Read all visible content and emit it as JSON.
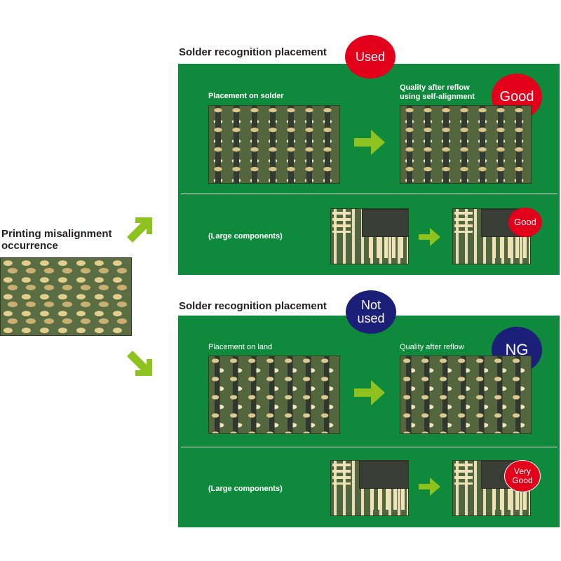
{
  "left": {
    "title": "Printing misalignment occurrence"
  },
  "sections": [
    {
      "title": "Solder recognition placement",
      "badge": "Used",
      "badge_color": "#e3001b",
      "left_label": "Placement on solder",
      "right_label": "Quality after reflow using self-alignment",
      "result_badge": "Good",
      "result_color": "#e3001b",
      "large_label": "(Large components)",
      "large_result": "Good",
      "large_result_color": "#e3001b"
    },
    {
      "title": "Solder recognition placement",
      "badge": "Not used",
      "badge_color": "#1b1f77",
      "left_label": "Placement on land",
      "right_label": "Quality after reflow",
      "result_badge": "NG",
      "result_color": "#1b1f77",
      "large_label": "(Large components)",
      "large_result": "Very Good",
      "large_result_color": "#e3001b"
    }
  ],
  "colors": {
    "panel_green": "#0f8a3c",
    "arrow_green": "#8dc21f"
  },
  "icons": {
    "flow_arrow": "right-arrow-icon",
    "branch_up": "arrow-up-right-icon",
    "branch_down": "arrow-down-right-icon"
  }
}
